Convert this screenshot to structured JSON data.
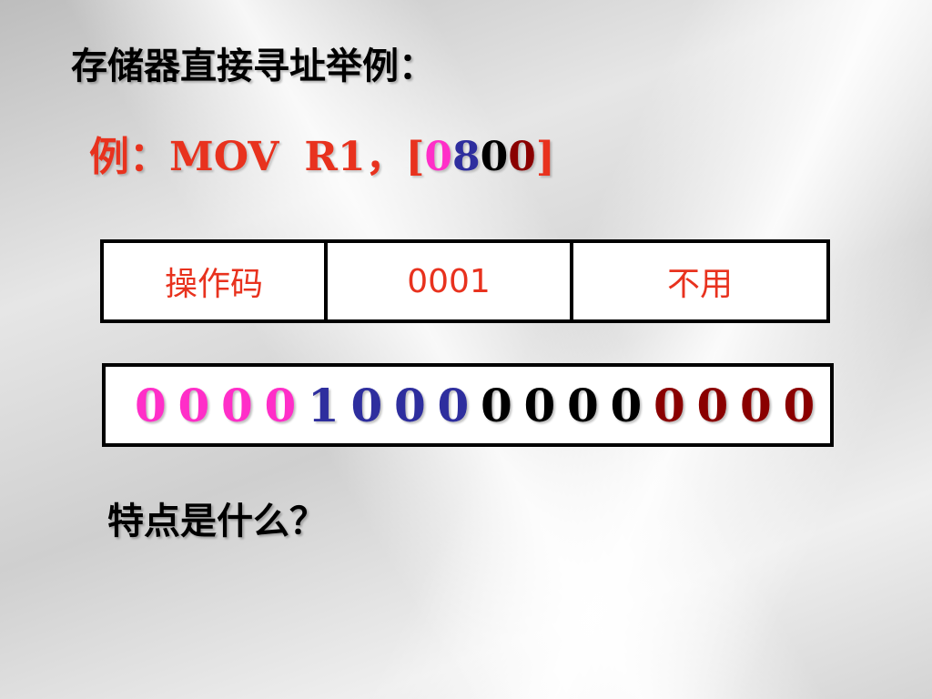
{
  "slide": {
    "title": "存储器直接寻址举例：",
    "example": {
      "prefix": "例：MOV",
      "operand_reg": "R1，[",
      "digit_1": "0",
      "digit_2": "8",
      "digit_3": "0",
      "digit_4": "0",
      "suffix": "]"
    },
    "instruction_format": {
      "opcode_label": "操作码",
      "register_field": "0001",
      "unused_label": "不用"
    },
    "machine_code_bits": [
      {
        "value": "0",
        "color": "#ff2ec8"
      },
      {
        "value": "0",
        "color": "#ff2ec8"
      },
      {
        "value": "0",
        "color": "#ff2ec8"
      },
      {
        "value": "0",
        "color": "#ff2ec8"
      },
      {
        "value": "1",
        "color": "#2e2e9e"
      },
      {
        "value": "0",
        "color": "#2e2e9e"
      },
      {
        "value": "0",
        "color": "#2e2e9e"
      },
      {
        "value": "0",
        "color": "#2e2e9e"
      },
      {
        "value": "0",
        "color": "#000000"
      },
      {
        "value": "0",
        "color": "#000000"
      },
      {
        "value": "0",
        "color": "#000000"
      },
      {
        "value": "0",
        "color": "#000000"
      },
      {
        "value": "0",
        "color": "#8a0000"
      },
      {
        "value": "0",
        "color": "#8a0000"
      },
      {
        "value": "0",
        "color": "#8a0000"
      },
      {
        "value": "0",
        "color": "#8a0000"
      }
    ],
    "question": "特点是什么？"
  },
  "colors": {
    "accent_red": "#e8321e",
    "digit_pink": "#ff2ec8",
    "digit_blue": "#2e2e9e",
    "digit_black": "#000000",
    "digit_maroon": "#8a0000"
  }
}
